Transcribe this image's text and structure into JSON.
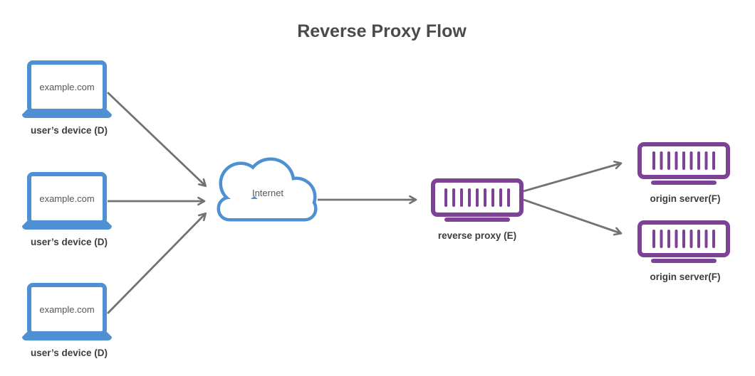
{
  "title": "Reverse Proxy Flow",
  "nodes": {
    "devices": [
      {
        "id": "user-device-1",
        "screen_text": "example.com",
        "label": "user’s device (D)"
      },
      {
        "id": "user-device-2",
        "screen_text": "example.com",
        "label": "user’s device (D)"
      },
      {
        "id": "user-device-3",
        "screen_text": "example.com",
        "label": "user’s device (D)"
      }
    ],
    "internet": {
      "id": "internet",
      "label": "Internet"
    },
    "reverse_proxy": {
      "id": "reverse-proxy",
      "label": "reverse proxy (E)"
    },
    "origin_servers": [
      {
        "id": "origin-server-1",
        "label": "origin server(F)"
      },
      {
        "id": "origin-server-2",
        "label": "origin server(F)"
      }
    ]
  },
  "edges": [
    {
      "from": "user-device-1",
      "to": "internet"
    },
    {
      "from": "user-device-2",
      "to": "internet"
    },
    {
      "from": "user-device-3",
      "to": "internet"
    },
    {
      "from": "internet",
      "to": "reverse-proxy"
    },
    {
      "from": "reverse-proxy",
      "to": "origin-server-1"
    },
    {
      "from": "reverse-proxy",
      "to": "origin-server-2"
    }
  ],
  "colors": {
    "device_blue": "#4E90D2",
    "server_purple": "#7D4196",
    "arrow_gray": "#727272",
    "title_text": "#4A4A4A",
    "label_text": "#3D3D3D",
    "inner_text": "#575757",
    "background": "#FFFFFF"
  }
}
